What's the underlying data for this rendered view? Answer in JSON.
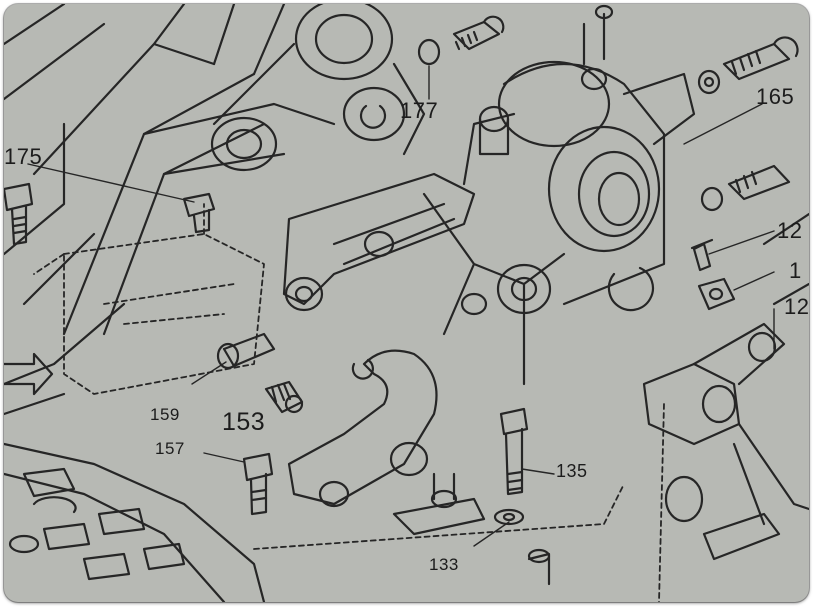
{
  "callouts": {
    "c177": "177",
    "c165": "165",
    "c175": "175",
    "c12a": "12",
    "c1": "1",
    "c12b": "12",
    "c159": "159",
    "c153": "153",
    "c157": "157",
    "c135": "135",
    "c133": "133"
  },
  "colors": {
    "paper": "#b7b9b4",
    "ink": "#1c1c1c"
  }
}
